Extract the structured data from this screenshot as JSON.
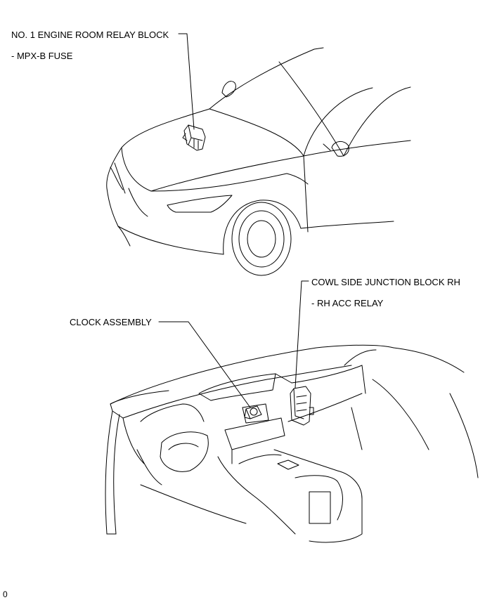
{
  "callouts": {
    "engine_relay_block": "NO. 1 ENGINE ROOM RELAY BLOCK",
    "mpx_b_fuse": "- MPX-B FUSE",
    "cowl_side_junction_block": "COWL SIDE JUNCTION BLOCK RH",
    "rh_acc_relay": "- RH ACC RELAY",
    "clock_assembly": "CLOCK ASSEMBLY"
  },
  "figure_code": "0",
  "colors": {
    "line": "#000000",
    "background": "#ffffff"
  }
}
